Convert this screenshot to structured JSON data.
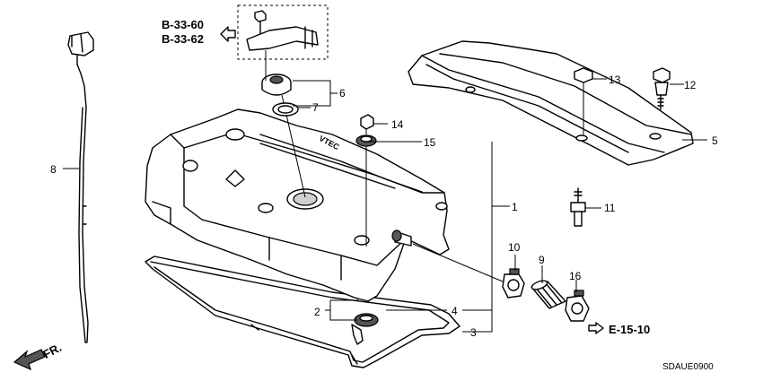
{
  "callouts": {
    "p1": "1",
    "p2": "2",
    "p3": "3",
    "p4": "4",
    "p5": "5",
    "p6": "6",
    "p7": "7",
    "p8": "8",
    "p9": "9",
    "p10": "10",
    "p11": "11",
    "p12": "12",
    "p13": "13",
    "p14": "14",
    "p15": "15",
    "p16": "16"
  },
  "references": {
    "b1": "B-33-60",
    "b2": "B-33-62",
    "e1": "E-15-10"
  },
  "direction_label": "FR.",
  "engraving": "VTEC",
  "diagram_code": "SDAUE0900"
}
